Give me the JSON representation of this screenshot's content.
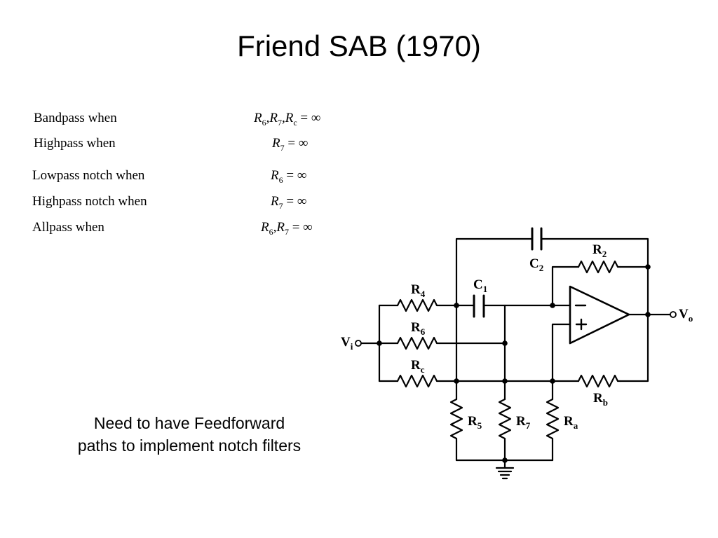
{
  "slide": {
    "title": "Friend SAB (1970)",
    "note_line1": "Need to have Feedforward",
    "note_line2": "paths to implement notch filters"
  },
  "conditions": [
    {
      "label": "Bandpass when",
      "value_html": "R<sub>6</sub>,R<sub>7</sub>,R<sub>c</sub> <span class=\"up\">= ∞</span>"
    },
    {
      "label": "Highpass when",
      "value_html": "R<sub>7</sub> <span class=\"up\">= ∞</span>"
    },
    {
      "label": "Lowpass notch when",
      "value_html": "R<sub>6</sub> <span class=\"up\">= ∞</span>"
    },
    {
      "label": "Highpass notch when",
      "value_html": "R<sub>7</sub> <span class=\"up\">= ∞</span>"
    },
    {
      "label": "Allpass when",
      "value_html": "R<sub>6</sub>,R<sub>7</sub> <span class=\"up\">= ∞</span>"
    }
  ],
  "circuit": {
    "C2": {
      "main": "C",
      "sub": "2"
    },
    "R2": {
      "main": "R",
      "sub": "2"
    },
    "C1": {
      "main": "C",
      "sub": "1"
    },
    "R4": {
      "main": "R",
      "sub": "4"
    },
    "R6": {
      "main": "R",
      "sub": "6"
    },
    "Rc": {
      "main": "R",
      "sub": "c"
    },
    "Rb": {
      "main": "R",
      "sub": "b"
    },
    "R5": {
      "main": "R",
      "sub": "5"
    },
    "R7": {
      "main": "R",
      "sub": "7"
    },
    "Ra": {
      "main": "R",
      "sub": "a"
    },
    "Vi": {
      "main": "V",
      "sub": "i"
    },
    "Vo": {
      "main": "V",
      "sub": "o"
    },
    "minus": "−",
    "plus": "+"
  }
}
